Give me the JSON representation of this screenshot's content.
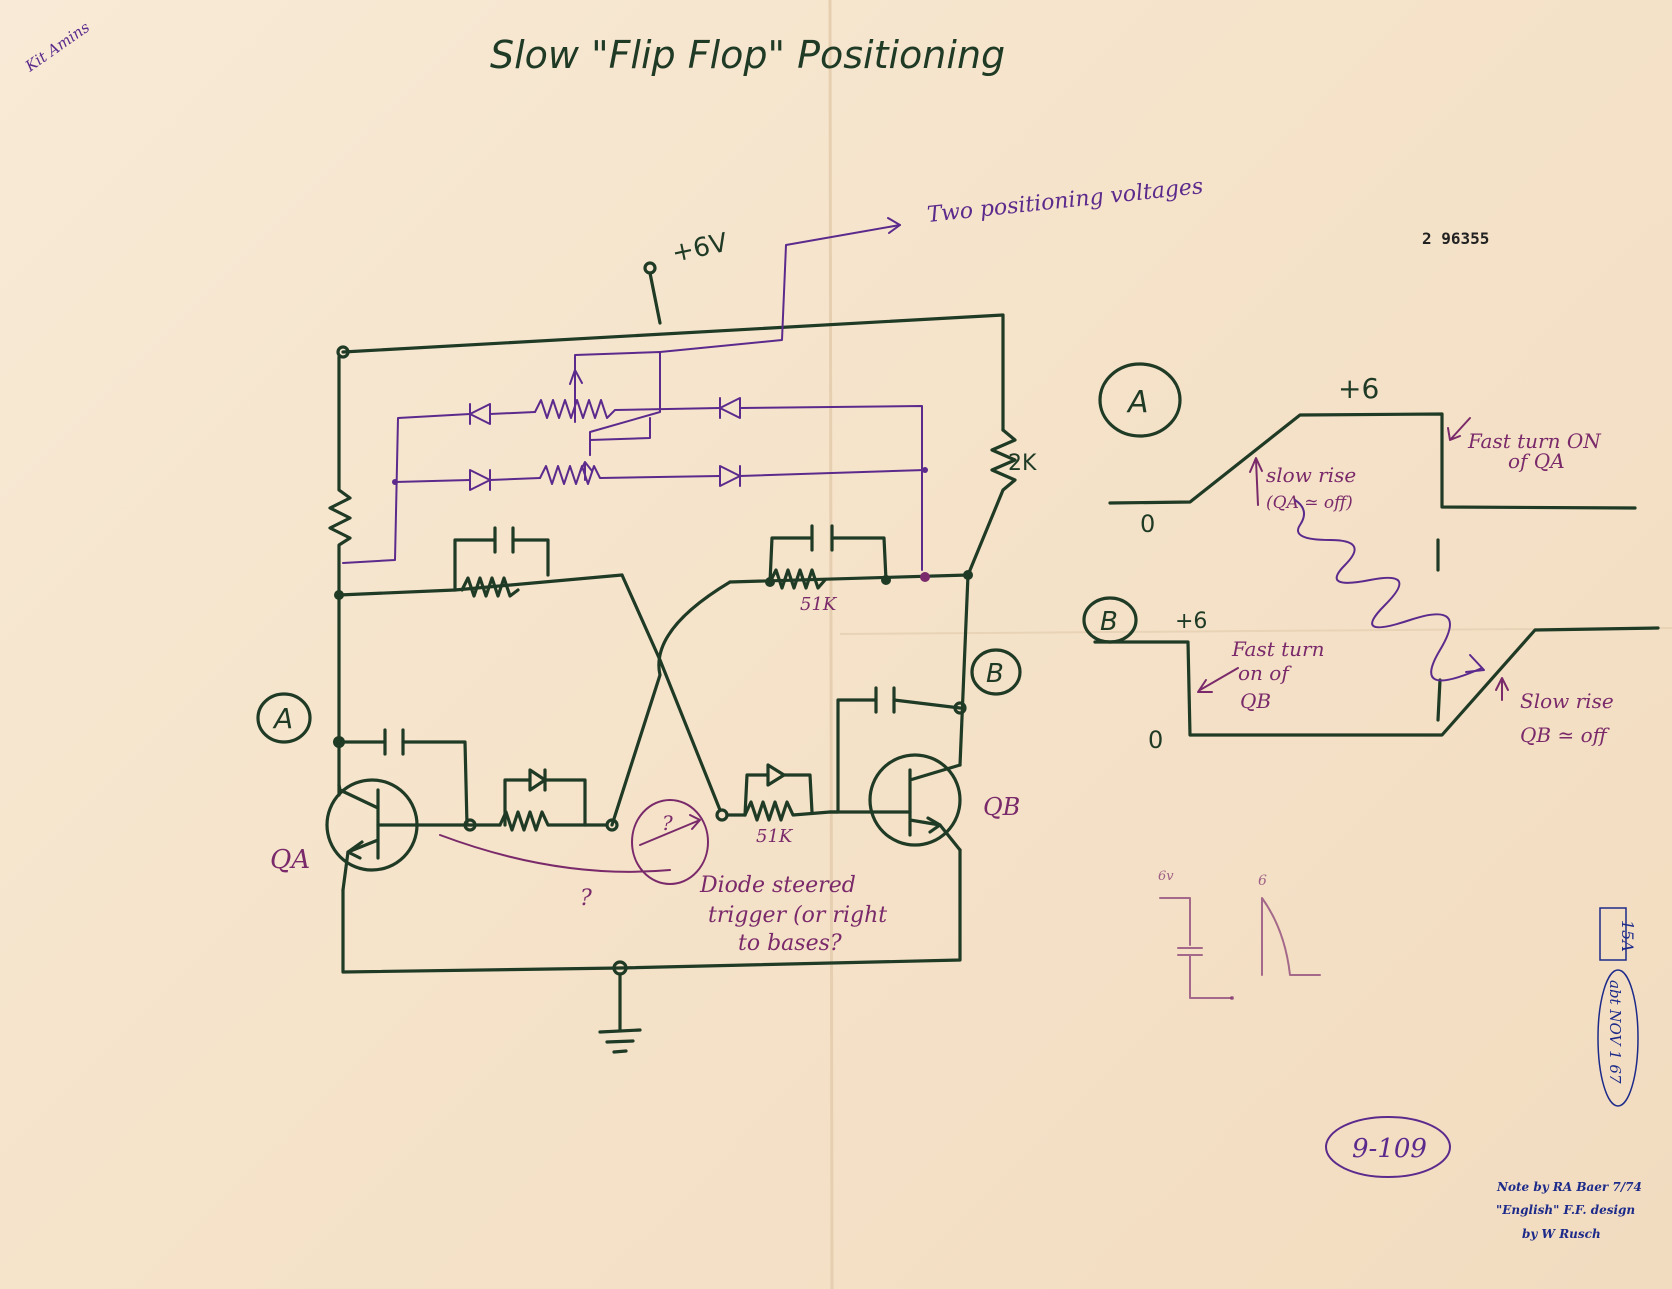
{
  "page": {
    "title": "Slow \"Flip Flop\" Positioning",
    "margin_note": "Kit Amins",
    "serial_number": "2 96355"
  },
  "circuit": {
    "supply_label": "+6V",
    "positioning_note": "Two positioning voltages",
    "resistor_2k": "2K",
    "resistor_51k_top": "51K",
    "resistor_51k_bottom": "51K",
    "node_a": "A",
    "node_b": "B",
    "transistor_a": "QA",
    "transistor_b": "QB",
    "question_1": "?",
    "question_2": "?",
    "trigger_note_line1": "Diode steered",
    "trigger_note_line2": "trigger (or right",
    "trigger_note_line3": "to bases?"
  },
  "waveforms": {
    "a_label": "A",
    "a_high": "+6",
    "a_low": "0",
    "a_fast_line1": "Fast turn ON",
    "a_fast_line2": "of QA",
    "a_slow_line1": "slow rise",
    "a_slow_line2": "(QA ≃ off)",
    "b_label": "B",
    "b_high": "+6",
    "b_low": "0",
    "b_fast_line1": "Fast turn",
    "b_fast_line2": "on of",
    "b_fast_line3": "QB",
    "b_slow_line1": "Slow rise",
    "b_slow_line2": "QB ≃ off"
  },
  "sketch": {
    "volt_a": "6v",
    "volt_b": "6"
  },
  "stamps": {
    "box": "15A",
    "date": "abt NOV 1 67",
    "circled_id": "9-109"
  },
  "note": {
    "line1": "Note by RA Baer 7/74",
    "line2": "\"English\" F.F. design",
    "line3": "by W Rusch"
  },
  "colors": {
    "paper": "#f6e6cf",
    "green_ink": "#1f3a25",
    "purple_ink": "#5b2a8c",
    "magenta_ink": "#7a2a6a",
    "navy_ink": "#1c2a8a"
  }
}
